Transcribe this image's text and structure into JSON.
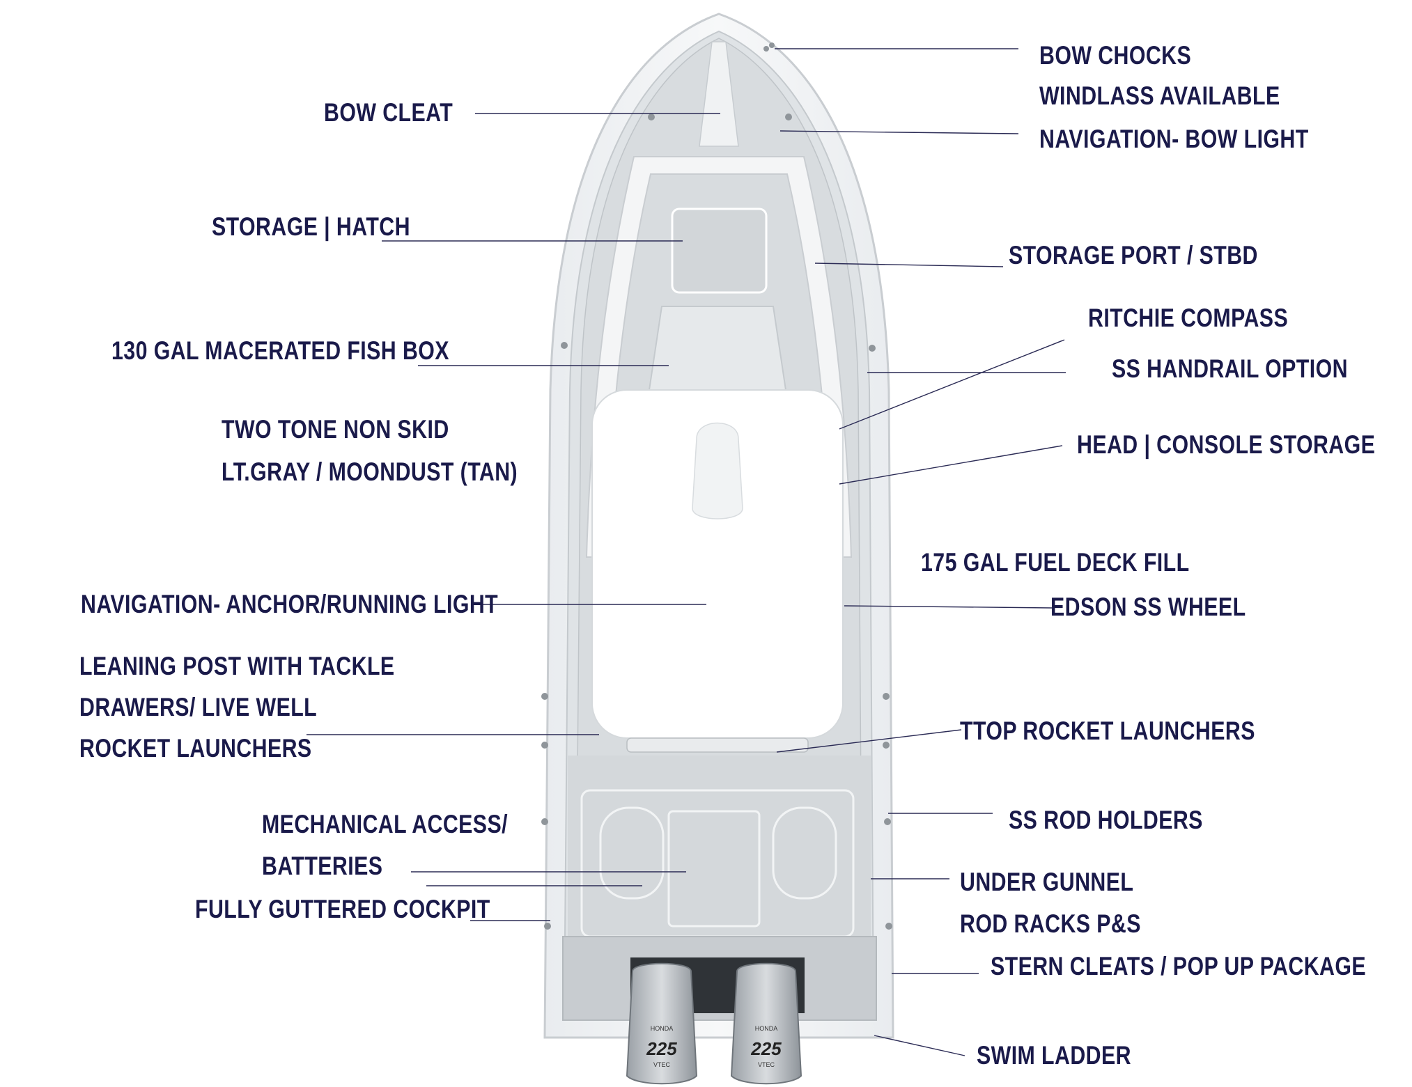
{
  "labels": {
    "bow_chocks": "BOW CHOCKS",
    "windlass": "WINDLASS AVAILABLE",
    "nav_bow_light": "NAVIGATION- BOW LIGHT",
    "bow_cleat": "BOW CLEAT",
    "storage_hatch": "STORAGE  |  HATCH",
    "storage_port_stbd": "STORAGE PORT / STBD",
    "ritchie_compass": "RITCHIE COMPASS",
    "fish_box": "130 GAL MACERATED FISH BOX",
    "ss_handrail": "SS HANDRAIL OPTION",
    "two_tone": "TWO TONE NON SKID",
    "lt_gray": "LT.GRAY / MOONDUST (TAN)",
    "head_console": "HEAD  | CONSOLE STORAGE",
    "fuel_fill": "175 GAL FUEL DECK FILL",
    "nav_anchor": "NAVIGATION- ANCHOR/RUNNING LIGHT",
    "edson_wheel": "EDSON SS WHEEL",
    "leaning_post": "LEANING POST WITH TACKLE",
    "drawers": "DRAWERS/ LIVE WELL",
    "rocket_launchers": "ROCKET LAUNCHERS",
    "ttop_rocket": "TTOP ROCKET LAUNCHERS",
    "mech_access": "MECHANICAL ACCESS/",
    "batteries": "BATTERIES",
    "ss_rod_holders": "SS ROD HOLDERS",
    "under_gunnel": "UNDER GUNNEL",
    "rod_racks": "ROD RACKS P&S",
    "guttered": "FULLY GUTTERED COCKPIT",
    "stern_cleats": "STERN CLEATS / POP UP PACKAGE",
    "swim_ladder": "SWIM LADDER"
  },
  "engines": {
    "brand": "HONDA",
    "model": "225",
    "sub": "VTEC"
  }
}
